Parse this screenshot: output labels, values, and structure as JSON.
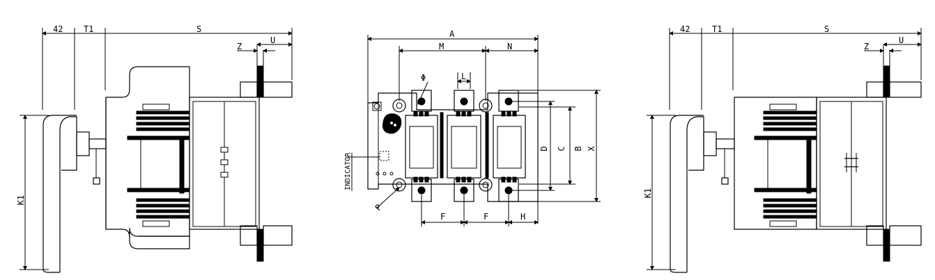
{
  "left_view": {
    "dim_42": "42",
    "dim_T1": "T1",
    "dim_S": "S",
    "dim_Z": "Z",
    "dim_U": "U",
    "dim_K1": "K1"
  },
  "front_view": {
    "dim_A": "A",
    "dim_M": "M",
    "dim_N": "N",
    "dim_L": "L",
    "dim_phi": "Φ",
    "dim_D": "D",
    "dim_C": "C",
    "dim_B": "B",
    "dim_X": "X",
    "dim_F1": "F",
    "dim_F2": "F",
    "dim_H": "H",
    "dim_P": "P",
    "indicator_label": "INDICATOR"
  },
  "right_view": {
    "dim_42": "42",
    "dim_T1": "T1",
    "dim_S": "S",
    "dim_Z": "Z",
    "dim_U": "U",
    "dim_K1": "K1"
  }
}
